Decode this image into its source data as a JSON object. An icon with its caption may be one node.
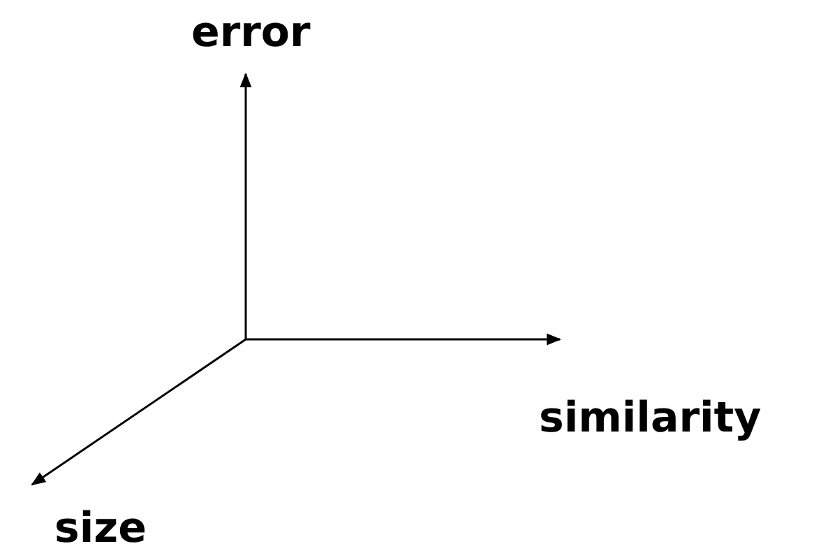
{
  "diagram": {
    "labels": [
      "error",
      "similarity",
      "size"
    ]
  }
}
